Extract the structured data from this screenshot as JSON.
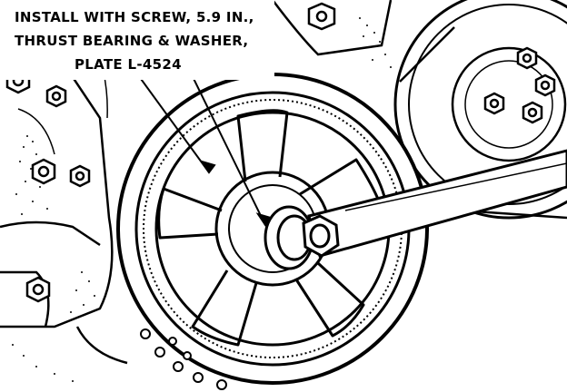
{
  "callout": {
    "line1": "INSTALL WITH SCREW, 5.9 IN.,",
    "line2": "THRUST BEARING & WASHER,",
    "line3": "PLATE L-4524"
  },
  "colors": {
    "ink": "#000000",
    "paper": "#ffffff"
  }
}
